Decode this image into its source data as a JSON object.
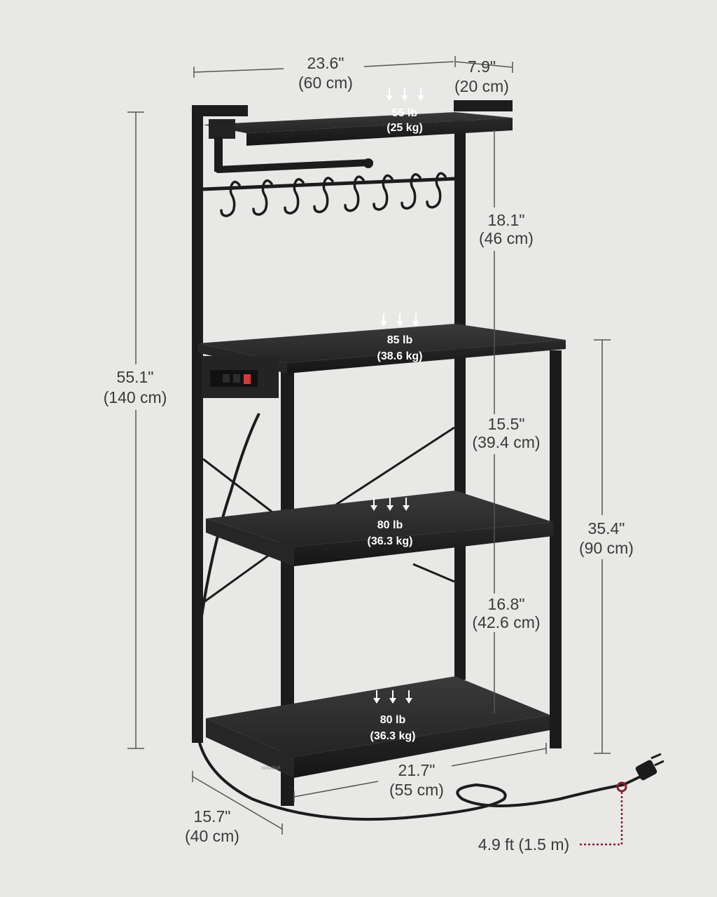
{
  "dimensions": {
    "width": {
      "imperial": "23.6\"",
      "metric": "(60 cm)"
    },
    "top_shelf_depth": {
      "imperial": "7.9\"",
      "metric": "(20 cm)"
    },
    "total_height": {
      "imperial": "55.1\"",
      "metric": "(140 cm)"
    },
    "upper_gap": {
      "imperial": "18.1\"",
      "metric": "(46 cm)"
    },
    "middle_gap": {
      "imperial": "15.5\"",
      "metric": "(39.4 cm)"
    },
    "lower_gap": {
      "imperial": "16.8\"",
      "metric": "(42.6 cm)"
    },
    "counter_height": {
      "imperial": "35.4\"",
      "metric": "(90 cm)"
    },
    "base_width": {
      "imperial": "21.7\"",
      "metric": "(55 cm)"
    },
    "depth": {
      "imperial": "15.7\"",
      "metric": "(40 cm)"
    }
  },
  "loads": {
    "top_shelf": {
      "imperial": "55 lb",
      "metric": "(25 kg)"
    },
    "counter_shelf": {
      "imperial": "85 lb",
      "metric": "(38.6 kg)"
    },
    "middle_shelf": {
      "imperial": "80 lb",
      "metric": "(36.3 kg)"
    },
    "bottom_shelf": {
      "imperial": "80 lb",
      "metric": "(36.3 kg)"
    }
  },
  "cord": {
    "length_label": "4.9 ft (1.5 m)"
  },
  "brand_mark": "VASAGLE",
  "colors": {
    "background": "#e8e8e6",
    "frame": "#1c1c1c",
    "shelf": "#2e2e2e",
    "dimension_line": "#555555",
    "cord_marker": "#8a1c2e"
  }
}
